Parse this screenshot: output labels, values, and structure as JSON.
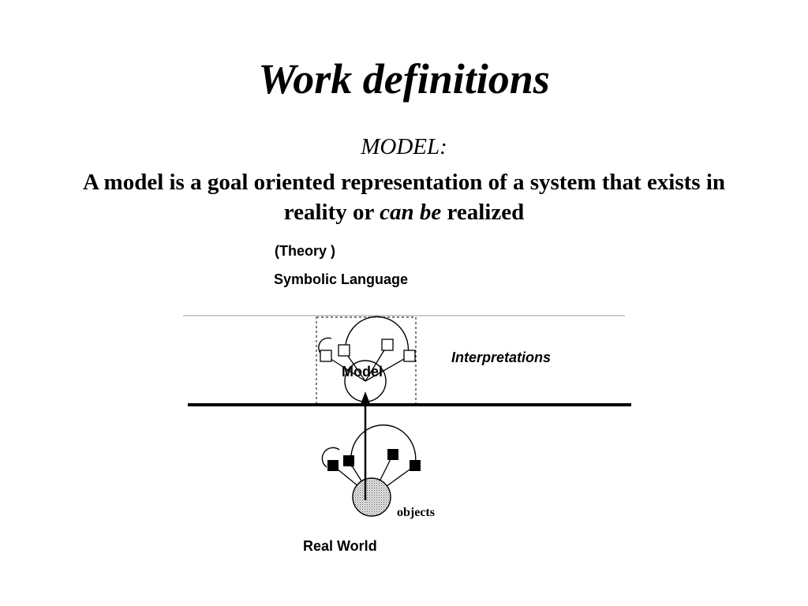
{
  "slide": {
    "title": "Work definitions",
    "subheading": "MODEL:",
    "definition": {
      "part1": "A model is a goal oriented representation of  a system that exists in reality or ",
      "emphasis": "can be",
      "part2": "  realized"
    }
  },
  "diagram": {
    "theory_label": "(Theory )",
    "symbolic_label": "Symbolic Language",
    "interpretations_label": "Interpretations",
    "model_label": "Model",
    "objects_label": "objects",
    "real_world_label": "Real World"
  }
}
